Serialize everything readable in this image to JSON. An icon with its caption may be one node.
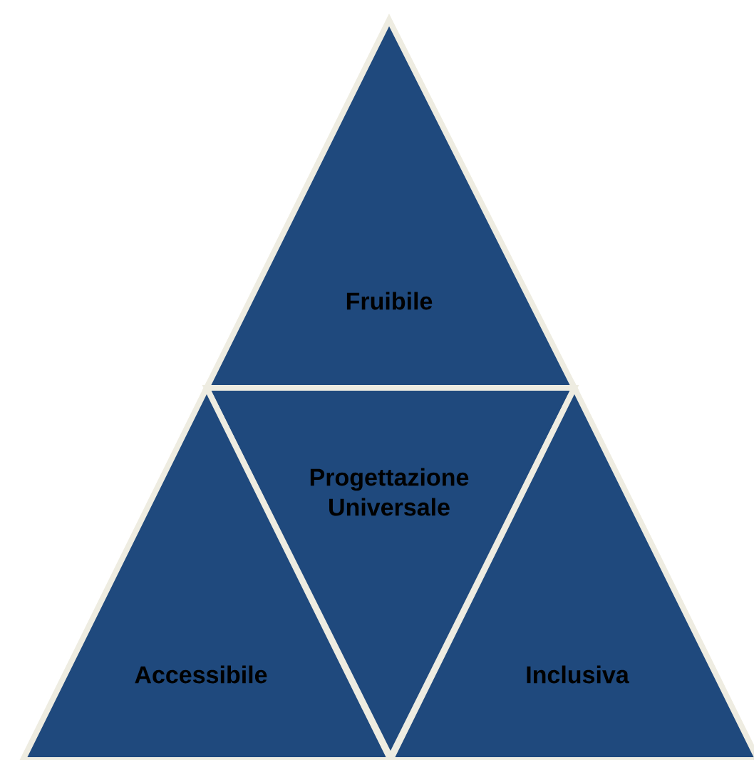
{
  "diagram": {
    "nodes": [
      {
        "text": [
          "Fruibile"
        ]
      },
      {
        "text": [
          "Progettazione Universale"
        ]
      },
      {
        "text": [
          "Accessibile"
        ]
      },
      {
        "text": [
          "Inclusiva"
        ]
      }
    ]
  }
}
